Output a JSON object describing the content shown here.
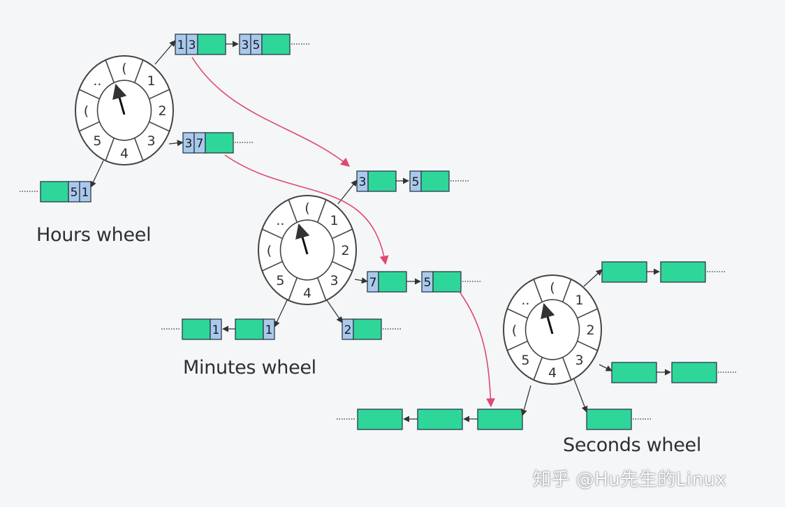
{
  "labels": {
    "hours": "Hours wheel",
    "minutes": "Minutes wheel",
    "seconds": "Seconds wheel"
  },
  "watermark": "知乎 @Hu先生的Linux",
  "colors": {
    "node": "#2fd69a",
    "id_cell": "#a9c9ec",
    "border": "#2a3a4a",
    "migrate_arrow": "#e04870"
  },
  "wheels": [
    {
      "name": "hours",
      "slots": [
        "(",
        "1",
        "2",
        "3",
        "4",
        "5",
        "(",
        ".."
      ]
    },
    {
      "name": "minutes",
      "slots": [
        "(",
        "1",
        "2",
        "3",
        "4",
        "5",
        "(",
        ".."
      ]
    },
    {
      "name": "seconds",
      "slots": [
        "(",
        "1",
        "2",
        "3",
        "4",
        "5",
        "(",
        ".."
      ]
    }
  ],
  "nodes": {
    "hours": {
      "slot1": [
        [
          "1",
          "3"
        ],
        [
          "3",
          "5"
        ]
      ],
      "slot3": [
        [
          "3",
          "7"
        ]
      ],
      "slot5": [
        [
          "5",
          "1"
        ]
      ]
    },
    "minutes": {
      "slot1": [
        [
          "3"
        ],
        [
          "5"
        ]
      ],
      "slot3": [
        [
          "7"
        ],
        [
          "5"
        ]
      ],
      "slot4": [
        [
          "2"
        ]
      ],
      "slot5": [
        [
          "1"
        ],
        [
          "1"
        ]
      ]
    },
    "seconds": {
      "slot1": [
        [],
        []
      ],
      "slot3": [
        [],
        []
      ],
      "slot4": [
        []
      ],
      "slot5": [
        [],
        [],
        []
      ]
    }
  }
}
